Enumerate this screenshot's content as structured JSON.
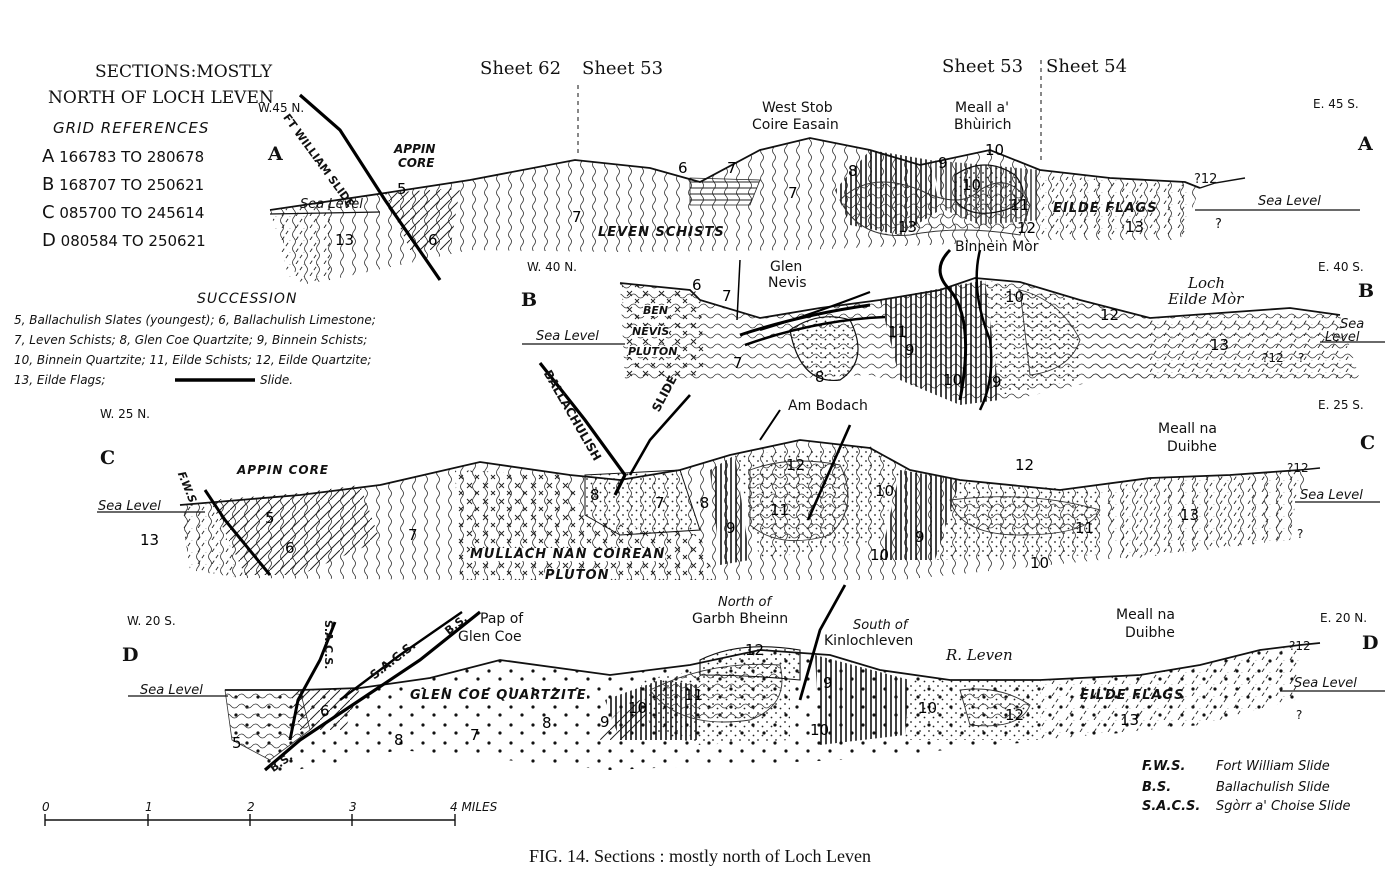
{
  "legend": {
    "title_line1": "SECTIONS:MOSTLY",
    "title_line2": "NORTH OF LOCH LEVEN",
    "grid_heading": "GRID REFERENCES",
    "grid": [
      {
        "letter": "A",
        "ref": "166783 TO 280678"
      },
      {
        "letter": "B",
        "ref": "168707 TO 250621"
      },
      {
        "letter": "C",
        "ref": "085700 TO 245614"
      },
      {
        "letter": "D",
        "ref": "080584 TO 250621"
      }
    ],
    "succession_heading": "SUCCESSION",
    "succession_lines": [
      "5, Ballachulish Slates (youngest); 6, Ballachulish Limestone;",
      "7, Leven Schists; 8, Glen Coe Quartzite; 9, Binnein Schists;",
      "10, Binnein Quartzite; 11, Eilde Schists; 12, Eilde Quartzite;",
      "13, Eilde Flags;"
    ],
    "slide_label": "Slide."
  },
  "sheets": [
    "Sheet 62",
    "Sheet 53",
    "Sheet 53",
    "Sheet 54"
  ],
  "sections": {
    "A": {
      "letter": "A",
      "west": "W.45 N.",
      "east": "E. 45 S.",
      "labels": {
        "fws": "FT WILLIAM SLIDE",
        "appin": "APPIN",
        "core": "CORE",
        "sea": "Sea Level",
        "leven": "LEVEN SCHISTS",
        "west_stob1": "West Stob",
        "west_stob2": "Coire Easain",
        "meall1": "Meall a'",
        "meall2": "Bhùirich",
        "eilde": "EILDE FLAGS",
        "q12": "?12",
        "q": "?"
      }
    },
    "B": {
      "letter": "B",
      "west": "W. 40 N.",
      "east": "E. 40 S.",
      "labels": {
        "glen1": "Glen",
        "glen2": "Nevis",
        "binnein": "Binnein Mòr",
        "loch1": "Loch",
        "loch2": "Eilde Mòr",
        "ben": "BEN",
        "nevis": "NEVIS",
        "pluton": "PLUTON",
        "sea": "Sea Level",
        "sea2a": "Sea",
        "sea2b": "Level",
        "q12": "?12",
        "q": "?"
      }
    },
    "C": {
      "letter": "C",
      "west": "W. 25 N.",
      "east": "E. 25 S.",
      "labels": {
        "ballachulish": "BALLACHULISH",
        "slide": "SLIDE",
        "am_bodach": "Am Bodach",
        "meall1": "Meall na",
        "meall2": "Duibhe",
        "fws": "F.W.S.",
        "appin": "APPIN CORE",
        "sea": "Sea Level",
        "sea2": "Sea Level",
        "mullach": "MULLACH NAN COIREAN",
        "pluton": "PLUTON",
        "q12": "?12",
        "q": "?"
      }
    },
    "D": {
      "letter": "D",
      "west": "W. 20 S.",
      "east": "E. 20 N.",
      "labels": {
        "sacs_v": "S.A.C.S.",
        "sacs": "S.A.C.S.",
        "bs": "B.S.",
        "bs2": "B.S.",
        "pap1": "Pap of",
        "pap2": "Glen Coe",
        "north1": "North of",
        "north2": "Garbh Bheinn",
        "south1": "South of",
        "south2": "Kinlochleven",
        "river": "R. Leven",
        "meall1": "Meall na",
        "meall2": "Duibhe",
        "sea": "Sea Level",
        "sea2": "Sea Level",
        "glencoe": "GLEN COE QUARTZITE",
        "eilde": "EILDE FLAGS",
        "q12": "?12",
        "q": "?"
      }
    }
  },
  "unit_numbers": [
    "5",
    "6",
    "7",
    "8",
    "9",
    "10",
    "11",
    "12",
    "13"
  ],
  "scale": {
    "ticks": [
      "0",
      "1",
      "2",
      "3",
      "4 MILES"
    ]
  },
  "abbreviations": [
    {
      "abbr": "F.W.S.",
      "name": "Fort William Slide"
    },
    {
      "abbr": "B.S.",
      "name": "Ballachulish Slide"
    },
    {
      "abbr": "S.A.C.S.",
      "name": "Sgòrr a' Choise Slide"
    }
  ],
  "caption": "FIG. 14. Sections : mostly north of Loch Leven"
}
